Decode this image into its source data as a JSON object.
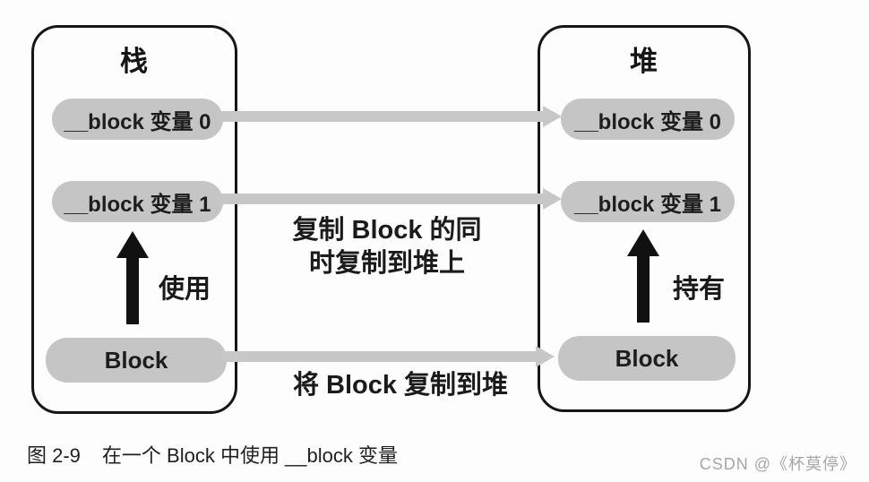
{
  "stack": {
    "title": "栈",
    "vars": [
      "__block 变量 0",
      "__block 变量 1"
    ],
    "block_label": "Block",
    "arrow_label": "使用"
  },
  "heap": {
    "title": "堆",
    "vars": [
      "__block 变量 0",
      "__block 变量 1"
    ],
    "block_label": "Block",
    "arrow_label": "持有"
  },
  "annotations": {
    "copy_vars_line1": "复制 Block 的同",
    "copy_vars_line2": "时复制到堆上",
    "copy_block": "将 Block 复制到堆"
  },
  "caption": {
    "figure_no": "图 2-9",
    "text": "在一个 Block 中使用 __block 变量"
  },
  "watermark": "CSDN @《杯莫停》",
  "colors": {
    "pill_bg": "#c5c5c5",
    "connector_gray": "#c7c7c7",
    "box_border": "#161616",
    "black_arrow": "#111111",
    "watermark_gray": "#a6a6a6"
  }
}
